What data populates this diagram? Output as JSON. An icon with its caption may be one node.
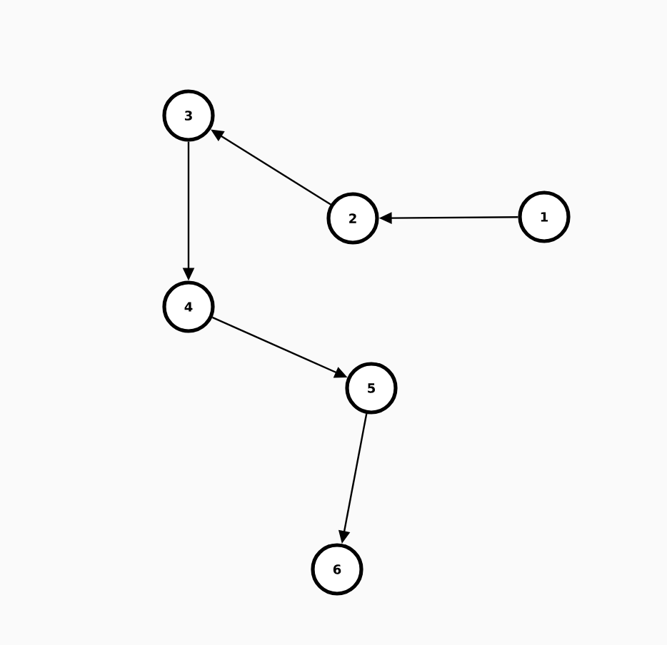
{
  "diagram": {
    "nodes": [
      {
        "text": [
          "1"
        ]
      },
      {
        "text": [
          "2"
        ]
      },
      {
        "text": [
          "3"
        ]
      },
      {
        "text": [
          "4"
        ]
      },
      {
        "text": [
          "5"
        ]
      },
      {
        "text": [
          "6"
        ]
      }
    ],
    "edges": [
      {
        "from": 0,
        "to": 1,
        "arrow": "to"
      },
      {
        "from": 1,
        "to": 2,
        "arrow": "to"
      },
      {
        "from": 2,
        "to": 3,
        "arrow": "to"
      },
      {
        "from": 3,
        "to": 4,
        "arrow": "to"
      },
      {
        "from": 4,
        "to": 5,
        "arrow": "to"
      }
    ]
  }
}
